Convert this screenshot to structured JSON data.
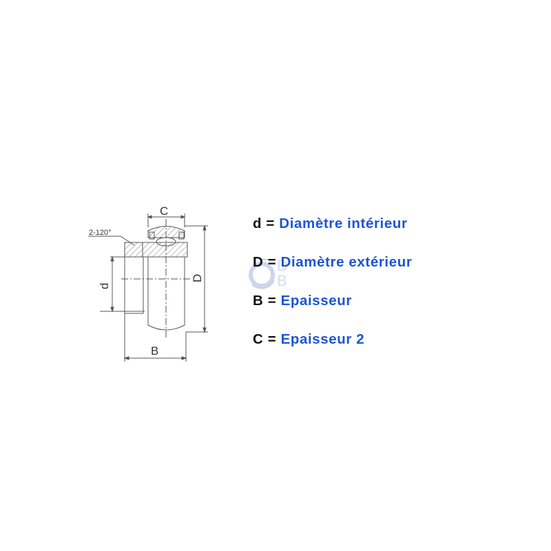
{
  "drawing": {
    "labels": {
      "C": "C",
      "D": "D",
      "d": "d",
      "B": "B",
      "angle": "2-120°"
    }
  },
  "legend": [
    {
      "symbol": "d",
      "equals": "=",
      "description": "Diamètre intérieur"
    },
    {
      "symbol": "D",
      "equals": "=",
      "description": "Diamètre extérieur"
    },
    {
      "symbol": "B",
      "equals": "=",
      "description": "Epaisseur"
    },
    {
      "symbol": "C",
      "equals": "=",
      "description": "Epaisseur 2"
    }
  ],
  "watermark": {
    "letters": "DB"
  },
  "colors": {
    "accent": "#1d55d4",
    "line": "#555555"
  }
}
